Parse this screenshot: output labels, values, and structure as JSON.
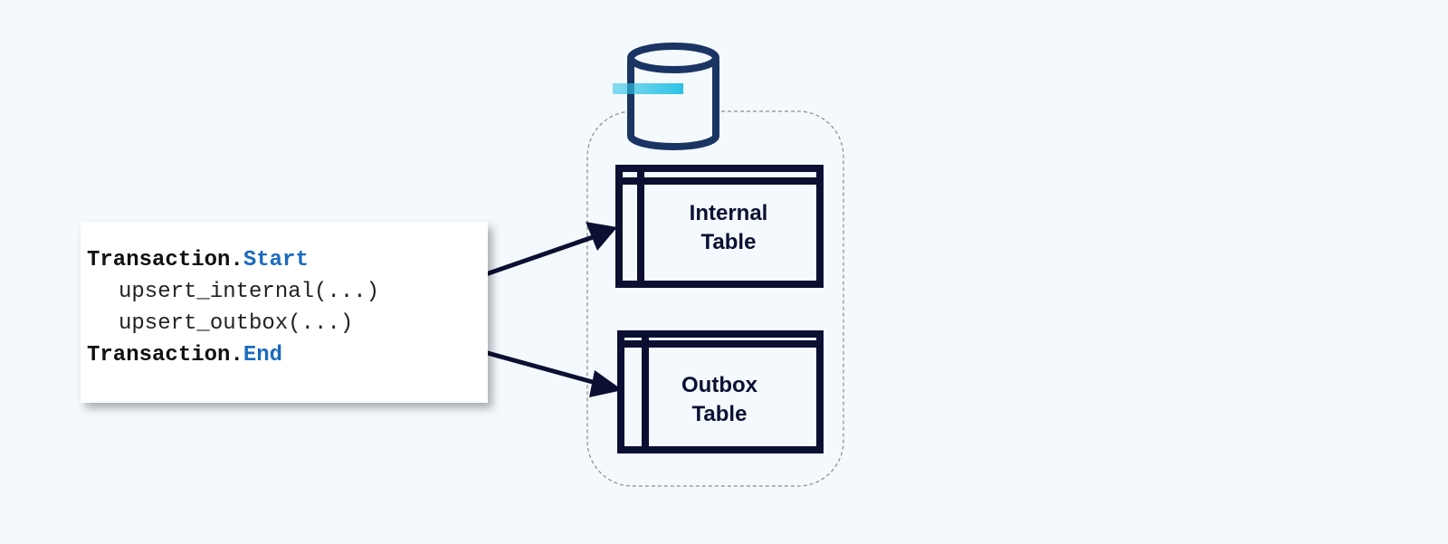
{
  "code": {
    "line1": {
      "object": "Transaction",
      "dot": ".",
      "method": "Start"
    },
    "line2": "upsert_internal(...)",
    "line3": "upsert_outbox(...)",
    "line4": {
      "object": "Transaction",
      "dot": ".",
      "method": "End"
    }
  },
  "tables": {
    "internal": {
      "line1": "Internal",
      "line2": "Table"
    },
    "outbox": {
      "line1": "Outbox",
      "line2": "Table"
    }
  },
  "colors": {
    "background": "#f3f9fd",
    "navy": "#0b1033",
    "database_blue": "#1a3564",
    "accent_cyan": "#2cc2e6",
    "method_blue": "#1b6bbf"
  }
}
